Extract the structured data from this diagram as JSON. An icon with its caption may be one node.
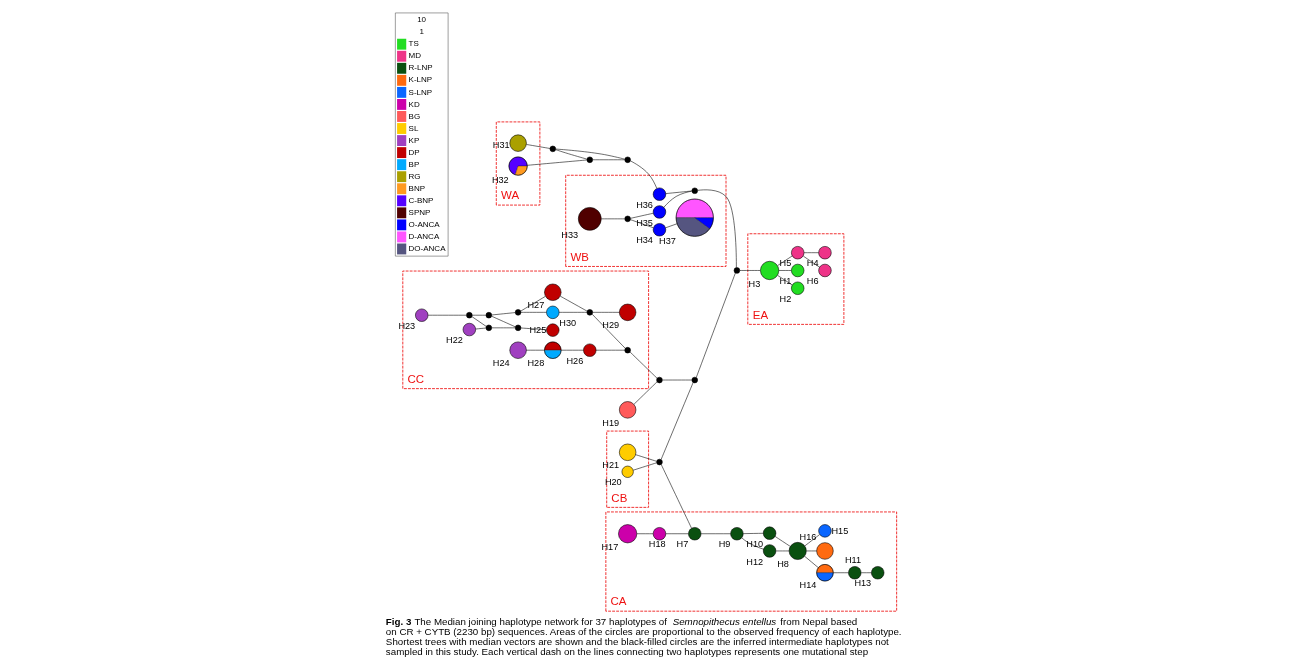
{
  "diagram": {
    "caption": "**Fig. 3** The Median joining haplotype network for 37 haplotypes of *Semnopithecus entellus* from Nepal based on CR + CYTB (2230 bp) sequences. Areas of the circles are proportional to the observed frequency of each haplotype. Shortest trees with median vectors are shown and the black-filled circles are the inferred intermediate haplotypes not sampled in this study. Each vertical dash on the lines connecting two haplotypes represents one mutational step",
    "nodes": [
      {
        "text": [
          "WA"
        ]
      },
      {
        "text": [],
        "shape": "circle",
        "beside": [
          "H32"
        ],
        "in": 0
      },
      {
        "text": [],
        "shape": "circle",
        "beside": [
          "H31"
        ],
        "in": 0
      },
      {
        "text": [
          "CB"
        ]
      },
      {
        "text": [],
        "shape": "circle",
        "beside": [
          "H21"
        ],
        "in": 3
      },
      {
        "text": [],
        "shape": "circle",
        "beside": [
          "H20"
        ],
        "in": 3
      },
      {
        "text": [
          "CC"
        ]
      },
      {
        "text": [],
        "shape": "circle",
        "beside": [
          "H23"
        ],
        "in": 6
      },
      {
        "text": [],
        "shape": "circle",
        "beside": [
          "H22"
        ],
        "in": 6
      },
      {
        "text": [],
        "shape": "circle",
        "beside": [
          "H24"
        ],
        "in": 6
      },
      {
        "text": [],
        "shape": "circle",
        "beside": [
          "H25"
        ],
        "in": 6
      },
      {
        "text": [],
        "shape": "circle",
        "beside": [
          "H28"
        ],
        "in": 6
      },
      {
        "text": [],
        "shape": "circle",
        "beside": [
          "H30"
        ],
        "in": 6
      },
      {
        "text": [],
        "shape": "circle",
        "beside": [
          "H26"
        ],
        "in": 6
      },
      {
        "text": [],
        "shape": "circle",
        "beside": [
          "H27"
        ],
        "in": 6
      },
      {
        "text": [],
        "shape": "circle",
        "beside": [
          "H29"
        ],
        "in": 6
      },
      {
        "text": [],
        "shape": "circle",
        "in": 6
      },
      {
        "text": [],
        "shape": "circle",
        "in": 6
      },
      {
        "text": [],
        "shape": "circle",
        "in": 6
      },
      {
        "text": [],
        "shape": "circle",
        "in": 6
      },
      {
        "text": [],
        "shape": "circle",
        "in": 6
      },
      {
        "text": [],
        "shape": "circle",
        "in": 6
      },
      {
        "text": [],
        "shape": "circle",
        "in": 6
      },
      {
        "text": [
          "CA"
        ]
      },
      {
        "text": [],
        "shape": "circle",
        "beside": [
          "H17"
        ],
        "in": 23
      },
      {
        "text": [],
        "shape": "circle",
        "beside": [
          "H13"
        ],
        "in": 23
      },
      {
        "text": [],
        "shape": "circle",
        "beside": [
          "H11"
        ],
        "in": 23
      },
      {
        "text": [],
        "shape": "circle",
        "beside": [
          "H14"
        ],
        "in": 23
      },
      {
        "text": [],
        "shape": "circle",
        "beside": [
          "H16"
        ],
        "in": 23
      },
      {
        "text": [],
        "shape": "circle",
        "beside": [
          "H15"
        ],
        "in": 23
      },
      {
        "text": [],
        "shape": "circle",
        "beside": [
          "H12"
        ],
        "in": 23
      },
      {
        "text": [],
        "shape": "circle",
        "beside": [
          "H8"
        ],
        "in": 23
      },
      {
        "text": [],
        "shape": "circle",
        "beside": [
          "H18"
        ],
        "in": 23
      },
      {
        "text": [],
        "shape": "circle",
        "beside": [
          "H7"
        ],
        "in": 23
      },
      {
        "text": [],
        "shape": "circle",
        "beside": [
          "H9"
        ],
        "in": 23
      },
      {
        "text": [],
        "shape": "circle",
        "beside": [
          "H10"
        ],
        "in": 23
      },
      {
        "text": [
          "EA"
        ]
      },
      {
        "text": [],
        "shape": "circle",
        "beside": [
          "H2"
        ],
        "in": 36
      },
      {
        "text": [],
        "shape": "circle",
        "beside": [
          "H3"
        ],
        "in": 36
      },
      {
        "text": [],
        "shape": "circle",
        "beside": [
          "H1"
        ],
        "in": 36
      },
      {
        "text": [],
        "shape": "circle",
        "beside": [
          "H5"
        ],
        "in": 36
      },
      {
        "text": [],
        "shape": "circle",
        "beside": [
          "H6"
        ],
        "in": 36
      },
      {
        "text": [],
        "shape": "circle",
        "beside": [
          "H4"
        ],
        "in": 36
      },
      {
        "text": [
          "WB"
        ]
      },
      {
        "text": [],
        "shape": "circle",
        "beside": [
          "H33"
        ],
        "in": 43
      },
      {
        "text": [],
        "shape": "circle",
        "beside": [
          "H36"
        ],
        "in": 43
      },
      {
        "text": [],
        "shape": "circle",
        "beside": [
          "H35"
        ],
        "in": 43
      },
      {
        "text": [],
        "shape": "circle",
        "beside": [
          "H34"
        ],
        "in": 43
      },
      {
        "text": [],
        "shape": "circle",
        "beside": [
          "H37"
        ],
        "in": 43
      },
      {
        "text": [],
        "shape": "circle",
        "in": 43
      },
      {
        "text": [],
        "shape": "circle",
        "in": 43
      },
      {
        "text": [],
        "shape": "circle"
      },
      {
        "text": [],
        "shape": "circle"
      },
      {
        "text": [],
        "shape": "circle"
      },
      {
        "text": [],
        "shape": "circle",
        "beside": [
          "H19"
        ]
      },
      {
        "text": [],
        "shape": "circle"
      },
      {
        "text": [],
        "shape": "circle"
      },
      {
        "text": [],
        "shape": "circle"
      },
      {
        "text": [],
        "shape": "circle"
      }
    ],
    "edges": [
      {
        "from": 1,
        "to": 52,
        "arrow": "none"
      },
      {
        "from": 2,
        "to": 51,
        "arrow": "none"
      },
      {
        "from": 51,
        "to": 52,
        "arrow": "none"
      },
      {
        "from": 51,
        "to": 53,
        "arrow": "none"
      },
      {
        "from": 52,
        "to": 53,
        "arrow": "none"
      },
      {
        "from": 53,
        "to": 45,
        "arrow": "none"
      },
      {
        "from": 4,
        "to": 57,
        "arrow": "none"
      },
      {
        "from": 5,
        "to": 57,
        "arrow": "none"
      },
      {
        "from": 7,
        "to": 16,
        "arrow": "none"
      },
      {
        "from": 8,
        "to": 17,
        "arrow": "none"
      },
      {
        "from": 16,
        "to": 17,
        "arrow": "none"
      },
      {
        "from": 16,
        "to": 18,
        "arrow": "none"
      },
      {
        "from": 17,
        "to": 19,
        "arrow": "none"
      },
      {
        "from": 18,
        "to": 19,
        "arrow": "none"
      },
      {
        "from": 19,
        "to": 10,
        "arrow": "none"
      },
      {
        "from": 18,
        "to": 20,
        "arrow": "none"
      },
      {
        "from": 20,
        "to": 12,
        "arrow": "none"
      },
      {
        "from": 20,
        "to": 14,
        "arrow": "none"
      },
      {
        "from": 14,
        "to": 21,
        "arrow": "none"
      },
      {
        "from": 12,
        "to": 21,
        "arrow": "none"
      },
      {
        "from": 21,
        "to": 15,
        "arrow": "none"
      },
      {
        "from": 21,
        "to": 22,
        "arrow": "none"
      },
      {
        "from": 9,
        "to": 11,
        "arrow": "none"
      },
      {
        "from": 11,
        "to": 13,
        "arrow": "none"
      },
      {
        "from": 13,
        "to": 22,
        "arrow": "none"
      },
      {
        "from": 22,
        "to": 55,
        "arrow": "none"
      },
      {
        "from": 54,
        "to": 55,
        "arrow": "none"
      },
      {
        "from": 55,
        "to": 56,
        "arrow": "none"
      },
      {
        "from": 57,
        "to": 56,
        "arrow": "none"
      },
      {
        "from": 57,
        "to": 33,
        "arrow": "none"
      },
      {
        "from": 56,
        "to": 58,
        "arrow": "none"
      },
      {
        "from": 24,
        "to": 32,
        "arrow": "none"
      },
      {
        "from": 32,
        "to": 33,
        "arrow": "none"
      },
      {
        "from": 33,
        "to": 34,
        "arrow": "none"
      },
      {
        "from": 34,
        "to": 35,
        "arrow": "none"
      },
      {
        "from": 34,
        "to": 30,
        "arrow": "none"
      },
      {
        "from": 30,
        "to": 31,
        "arrow": "none"
      },
      {
        "from": 35,
        "to": 31,
        "arrow": "none"
      },
      {
        "from": 31,
        "to": 28,
        "arrow": "none"
      },
      {
        "from": 31,
        "to": 27,
        "arrow": "none"
      },
      {
        "from": 31,
        "to": 29,
        "arrow": "none"
      },
      {
        "from": 27,
        "to": 26,
        "arrow": "none"
      },
      {
        "from": 26,
        "to": 25,
        "arrow": "none"
      },
      {
        "from": 58,
        "to": 38,
        "arrow": "none"
      },
      {
        "from": 38,
        "to": 37,
        "arrow": "none"
      },
      {
        "from": 38,
        "to": 39,
        "arrow": "none"
      },
      {
        "from": 38,
        "to": 40,
        "arrow": "none"
      },
      {
        "from": 40,
        "to": 41,
        "arrow": "none"
      },
      {
        "from": 40,
        "to": 42,
        "arrow": "none"
      },
      {
        "from": 44,
        "to": 49,
        "arrow": "none"
      },
      {
        "from": 49,
        "to": 46,
        "arrow": "none"
      },
      {
        "from": 49,
        "to": 47,
        "arrow": "none"
      },
      {
        "from": 47,
        "to": 48,
        "arrow": "none"
      },
      {
        "from": 46,
        "to": 50,
        "arrow": "none"
      },
      {
        "from": 45,
        "to": 50,
        "arrow": "none"
      },
      {
        "from": 50,
        "to": 58,
        "arrow": "none"
      }
    ],
    "labels": [
      "10",
      "1"
    ],
    "legend": [
      {
        "text": "TS",
        "color": "#22dd22"
      },
      {
        "text": "MD",
        "color": "#ee3388"
      },
      {
        "text": "R-LNP",
        "color": "#0a5010"
      },
      {
        "text": "K-LNP",
        "color": "#ff6a10"
      },
      {
        "text": "S-LNP",
        "color": "#0a66ff"
      },
      {
        "text": "KD",
        "color": "#cc00aa"
      },
      {
        "text": "BG",
        "color": "#ff5a5a"
      },
      {
        "text": "SL",
        "color": "#ffcc00"
      },
      {
        "text": "KP",
        "color": "#a040c0"
      },
      {
        "text": "DP",
        "color": "#c00000"
      },
      {
        "text": "BP",
        "color": "#00aaff"
      },
      {
        "text": "RG",
        "color": "#aaa000"
      },
      {
        "text": "BNP",
        "color": "#ff9a20"
      },
      {
        "text": "C-BNP",
        "color": "#5500ff"
      },
      {
        "text": "SPNP",
        "color": "#500000"
      },
      {
        "text": "O-ANCA",
        "color": "#0000ff"
      },
      {
        "text": "D-ANCA",
        "color": "#ff55ff"
      },
      {
        "text": "DO-ANCA",
        "color": "#555580"
      }
    ]
  }
}
